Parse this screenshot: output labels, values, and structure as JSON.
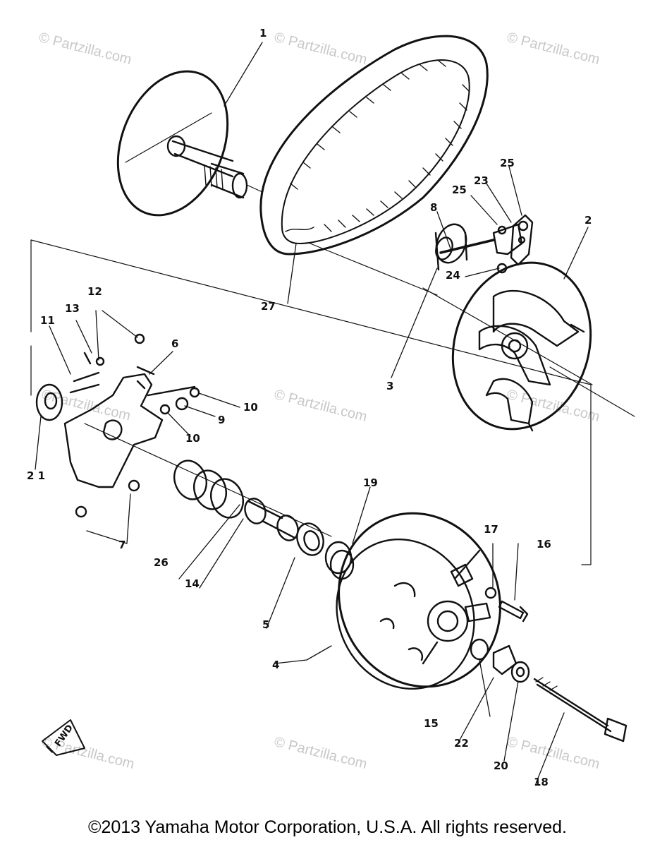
{
  "watermark": {
    "text": "© Partzilla.com",
    "alt_text": "©Partzilla.com"
  },
  "callouts": {
    "c1": "1",
    "c2": "2",
    "c3": "3",
    "c4": "4",
    "c5": "5",
    "c6": "6",
    "c7": "7",
    "c8": "8",
    "c9": "9",
    "c10a": "10",
    "c10b": "10",
    "c11": "11",
    "c12": "12",
    "c13": "13",
    "c14": "14",
    "c15": "15",
    "c16": "16",
    "c17": "17",
    "c18": "18",
    "c19": "19",
    "c20": "20",
    "c21": "2 1",
    "c22": "22",
    "c23": "23",
    "c24": "24",
    "c25a": "25",
    "c25b": "25",
    "c26": "26",
    "c27": "27"
  },
  "fwd_label": "FWD",
  "copyright": "©2013 Yamaha Motor Corporation, U.S.A. All rights reserved."
}
